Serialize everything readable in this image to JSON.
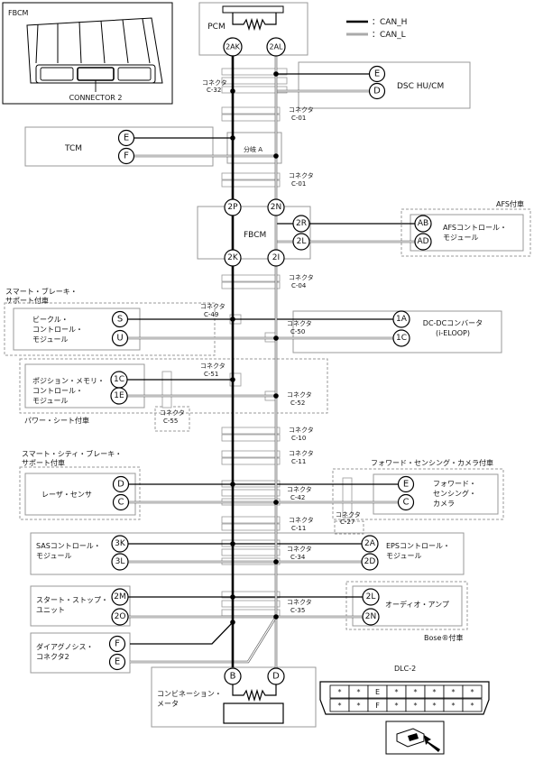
{
  "legend": {
    "can_h": "：CAN_H",
    "can_l": "：CAN_L"
  },
  "inset": {
    "title": "FBCM",
    "connector": "CONNECTOR 2"
  },
  "trunk": {
    "pcm": {
      "name": "PCM",
      "pin_h": "2AK",
      "pin_l": "2AL"
    },
    "fbcm": {
      "name": "FBCM",
      "pin_h_top": "2P",
      "pin_l_top": "2N",
      "pin_h_bot": "2K",
      "pin_l_bot": "2I",
      "pin_r1": "2R",
      "pin_r2": "2L"
    },
    "meter": {
      "name_line1": "コンビネーション・",
      "name_line2": "メータ",
      "pin_h": "B",
      "pin_l": "D"
    }
  },
  "connectors": {
    "c32": {
      "label": "コネクタ",
      "id": "C-32"
    },
    "c01a": {
      "label": "コネクタ",
      "id": "C-01"
    },
    "c01b": {
      "label": "コネクタ",
      "id": "C-01"
    },
    "c04": {
      "label": "コネクタ",
      "id": "C-04"
    },
    "c49": {
      "label": "コネクタ",
      "id": "C-49"
    },
    "c50": {
      "label": "コネクタ",
      "id": "C-50"
    },
    "c51": {
      "label": "コネクタ",
      "id": "C-51"
    },
    "c52": {
      "label": "コネクタ",
      "id": "C-52"
    },
    "c55": {
      "label": "コネクタ",
      "id": "C-55"
    },
    "c10": {
      "label": "コネクタ",
      "id": "C-10"
    },
    "c11a": {
      "label": "コネクタ",
      "id": "C-11"
    },
    "c42": {
      "label": "コネクタ",
      "id": "C-42"
    },
    "c27": {
      "label": "コネクタ",
      "id": "C-27"
    },
    "c11b": {
      "label": "コネクタ",
      "id": "C-11"
    },
    "c34": {
      "label": "コネクタ",
      "id": "C-34"
    },
    "c35": {
      "label": "コネクタ",
      "id": "C-35"
    }
  },
  "branch_a": "分岐 A",
  "modules": {
    "dsc": {
      "name": "DSC HU/CM",
      "pin_h": "E",
      "pin_l": "D"
    },
    "tcm": {
      "name": "TCM",
      "pin_h": "E",
      "pin_l": "F"
    },
    "afs": {
      "group": "AFS付車",
      "name_line1": "AFSコントロール・",
      "name_line2": "モジュール",
      "pin_a": "AB",
      "pin_b": "AD"
    },
    "vehicle": {
      "group_line1": "スマート・ブレーキ・",
      "group_line2": "サポート付車",
      "name_line1": "ビークル・",
      "name_line2": "コントロール・",
      "name_line3": "モジュール",
      "pin_h": "S",
      "pin_l": "U"
    },
    "dcdc": {
      "name_line1": "DC-DCコンバータ",
      "name_line2": "(i-ELOOP)",
      "pin_h": "1A",
      "pin_l": "1C"
    },
    "position": {
      "name_line1": "ポジション・メモリ・",
      "name_line2": "コントロール・",
      "name_line3": "モジュール",
      "group": "パワー・シート付車",
      "pin_h": "1C",
      "pin_l": "1E"
    },
    "laser": {
      "group_line1": "スマート・シティ・ブレーキ・",
      "group_line2": "サポート付車",
      "name": "レーザ・センサ",
      "pin_h": "D",
      "pin_l": "C"
    },
    "camera": {
      "group": "フォワード・センシング・カメラ付車",
      "name_line1": "フォワード・",
      "name_line2": "センシング・",
      "name_line3": "カメラ",
      "pin_h": "E",
      "pin_l": "C"
    },
    "sas": {
      "name_line1": "SASコントロール・",
      "name_line2": "モジュール",
      "pin_h": "3K",
      "pin_l": "3L"
    },
    "eps": {
      "name_line1": "EPSコントロール・",
      "name_line2": "モジュール",
      "pin_h": "2A",
      "pin_l": "2D"
    },
    "startstop": {
      "name_line1": "スタート・ストップ・",
      "name_line2": "ユニット",
      "pin_h": "2M",
      "pin_l": "2O"
    },
    "audio": {
      "name": "オーディオ・アンプ",
      "group": "Bose®付車",
      "pin_h": "2L",
      "pin_l": "2N"
    },
    "diag": {
      "name_line1": "ダイアグノシス・",
      "name_line2": "コネクタ2",
      "pin_h": "F",
      "pin_l": "E"
    }
  },
  "dlc": {
    "title": "DLC-2",
    "row1": [
      "*",
      "*",
      "E",
      "*",
      "*",
      "*",
      "*",
      "*"
    ],
    "row2": [
      "*",
      "*",
      "F",
      "*",
      "*",
      "*",
      "*",
      "*"
    ]
  }
}
